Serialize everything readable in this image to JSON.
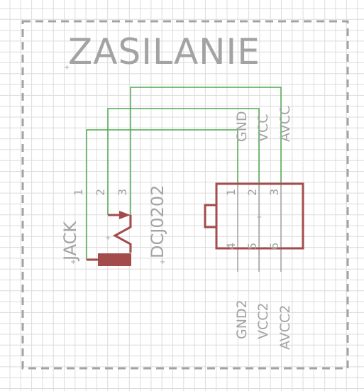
{
  "frame": {
    "title": "ZASILANIE"
  },
  "jack": {
    "name": "JACK",
    "value": "DCJ0202",
    "pins": [
      "1",
      "2",
      "3"
    ]
  },
  "header": {
    "top_pins": [
      "1",
      "2",
      "3"
    ],
    "bottom_pins": [
      "4",
      "5",
      "6"
    ],
    "top_labels": [
      "GND",
      "VCC",
      "AVCC"
    ],
    "bottom_labels": [
      "GND2",
      "VCC2",
      "AVCC2"
    ]
  },
  "colors": {
    "grid": "#dcdcdc",
    "frame": "#a3a3a3",
    "wire": "#4ea94e",
    "part": "#a44c4c",
    "text": "#a3a3a3"
  }
}
